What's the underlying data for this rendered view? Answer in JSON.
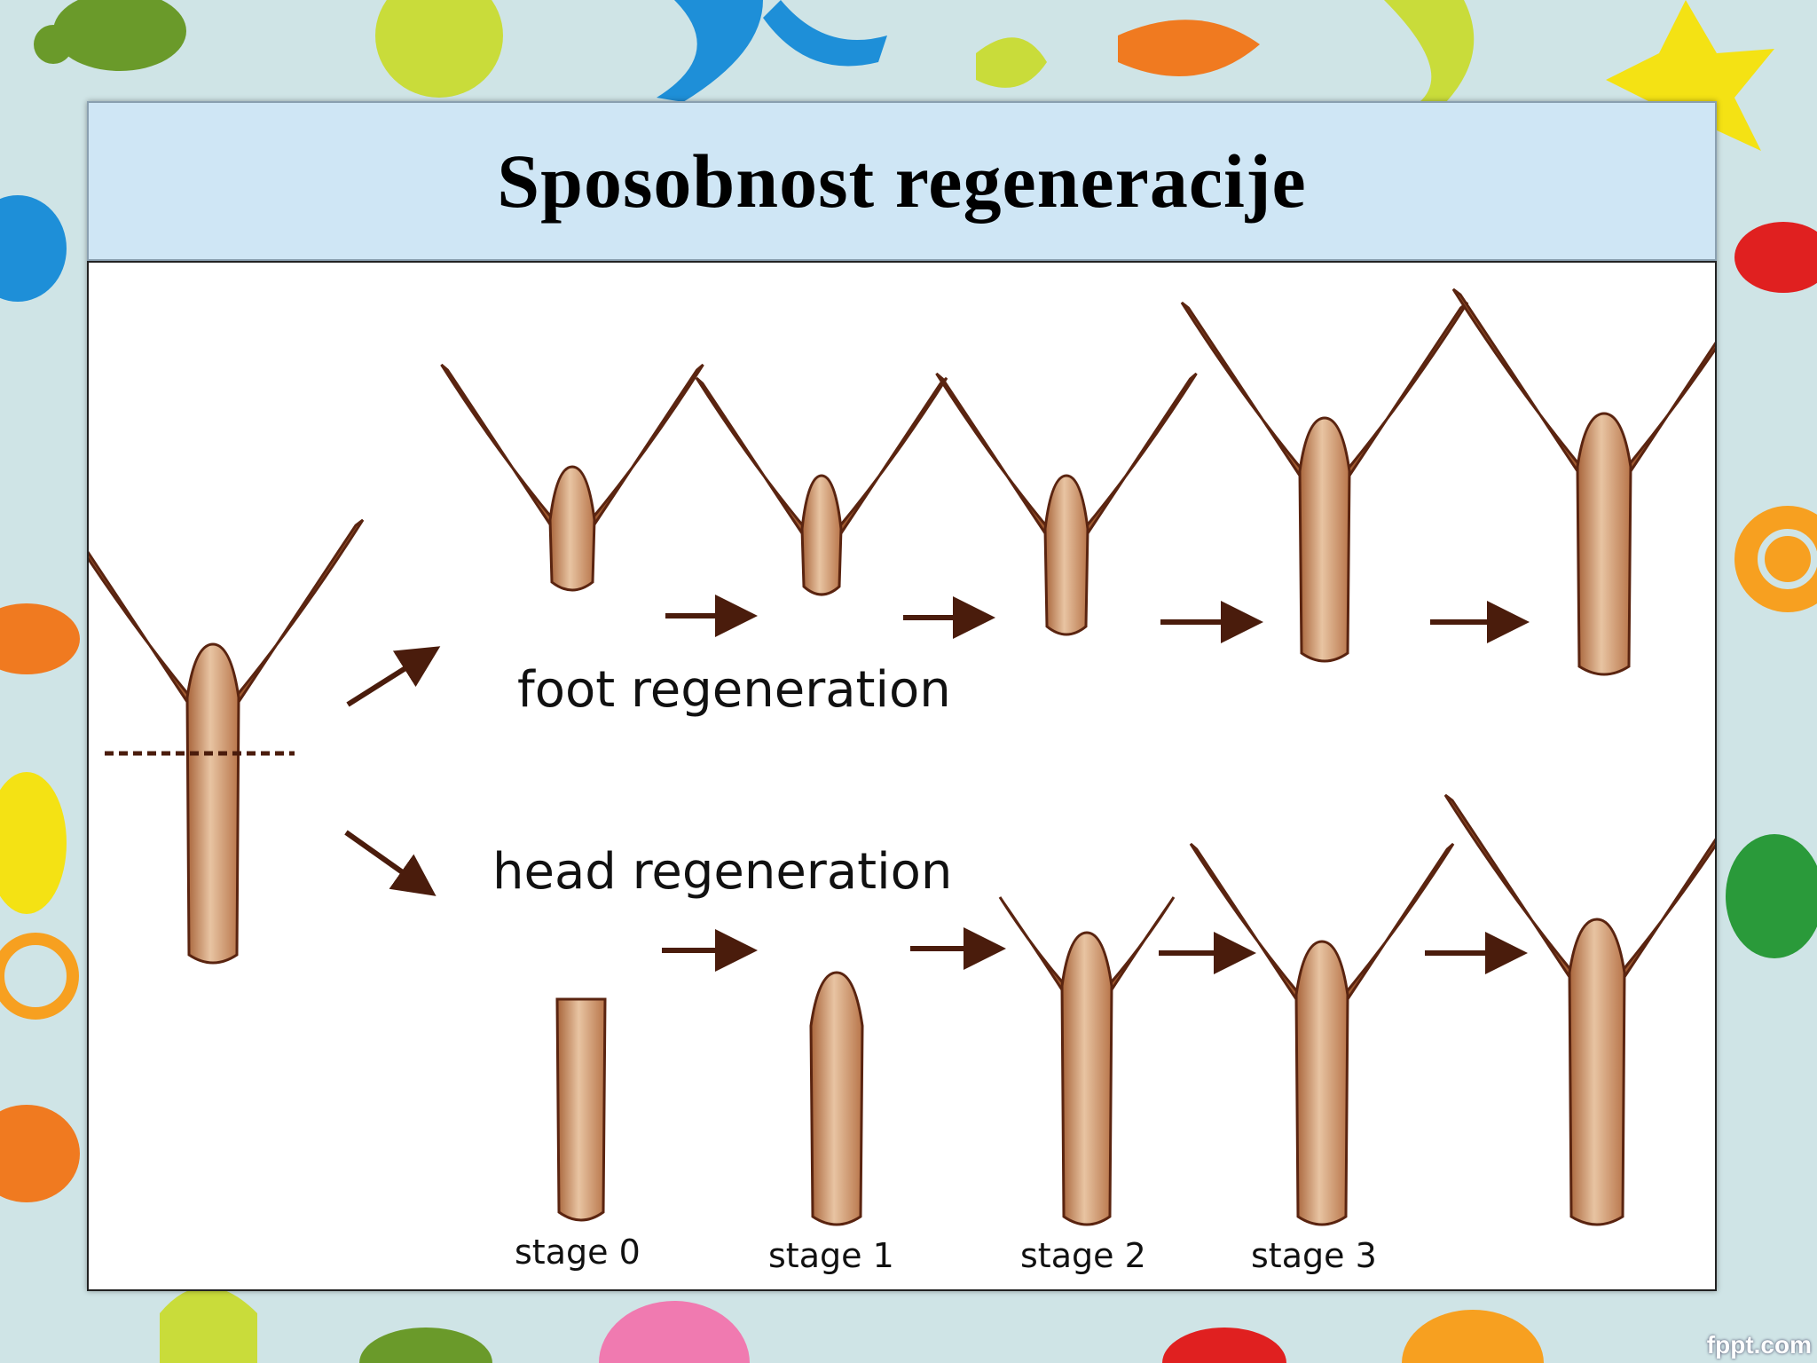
{
  "slide": {
    "title": "Sposobnost regeneracije"
  },
  "diagram": {
    "rows": [
      {
        "label": "foot regeneration"
      },
      {
        "label": "head regeneration"
      }
    ],
    "stages": [
      "stage 0",
      "stage 1",
      "stage 2",
      "stage 3"
    ]
  },
  "footer": {
    "watermark": "fppt.com"
  },
  "colors": {
    "body": "#c98f62",
    "outline": "#5a2410",
    "arrow": "#4a1c0c",
    "title_bar": "#cfe6f5"
  }
}
